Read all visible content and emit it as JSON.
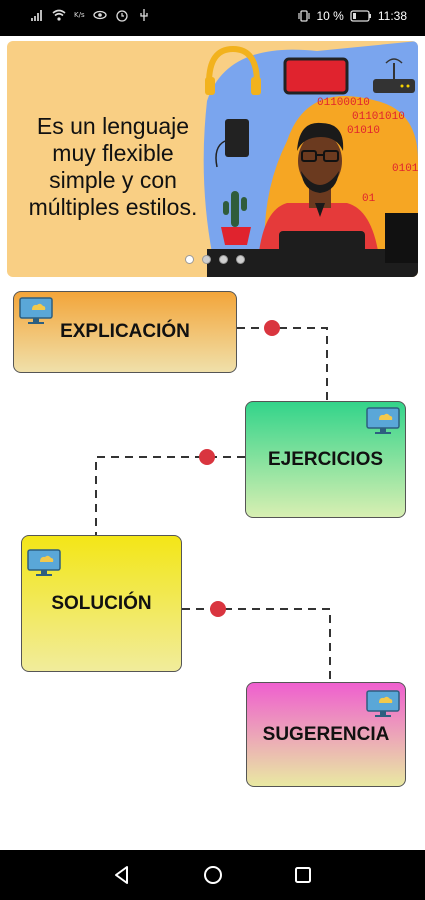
{
  "status_bar": {
    "battery_percent": "10 %",
    "time": "11:38",
    "network_speed": "K/s"
  },
  "banner": {
    "text_line1": "Es un lenguaje",
    "text_line2": "muy flexible",
    "text_line3": "simple y con",
    "text_line4": "múltiples estilos.",
    "binary_1": "01100010",
    "binary_2": "01101010",
    "binary_3": "01010",
    "binary_4": "0101",
    "binary_5": "01",
    "slide_count": 4,
    "active_slide": 1
  },
  "flow": {
    "nodes": [
      {
        "label": "EXPLICACIÓN"
      },
      {
        "label": "EJERCICIOS"
      },
      {
        "label": "SOLUCIÓN"
      },
      {
        "label": "SUGERENCIA"
      }
    ]
  },
  "colors": {
    "explicacion_top": "#f3a53a",
    "ejercicios_top": "#33d48a",
    "solucion_top": "#f3e617",
    "sugerencia_top": "#ef5fcf",
    "connector_dot": "#d9353f"
  },
  "icons": {
    "node": "computer-monitor-icon",
    "nav_back": "back-triangle-icon",
    "nav_home": "home-circle-icon",
    "nav_recent": "recent-square-icon"
  }
}
